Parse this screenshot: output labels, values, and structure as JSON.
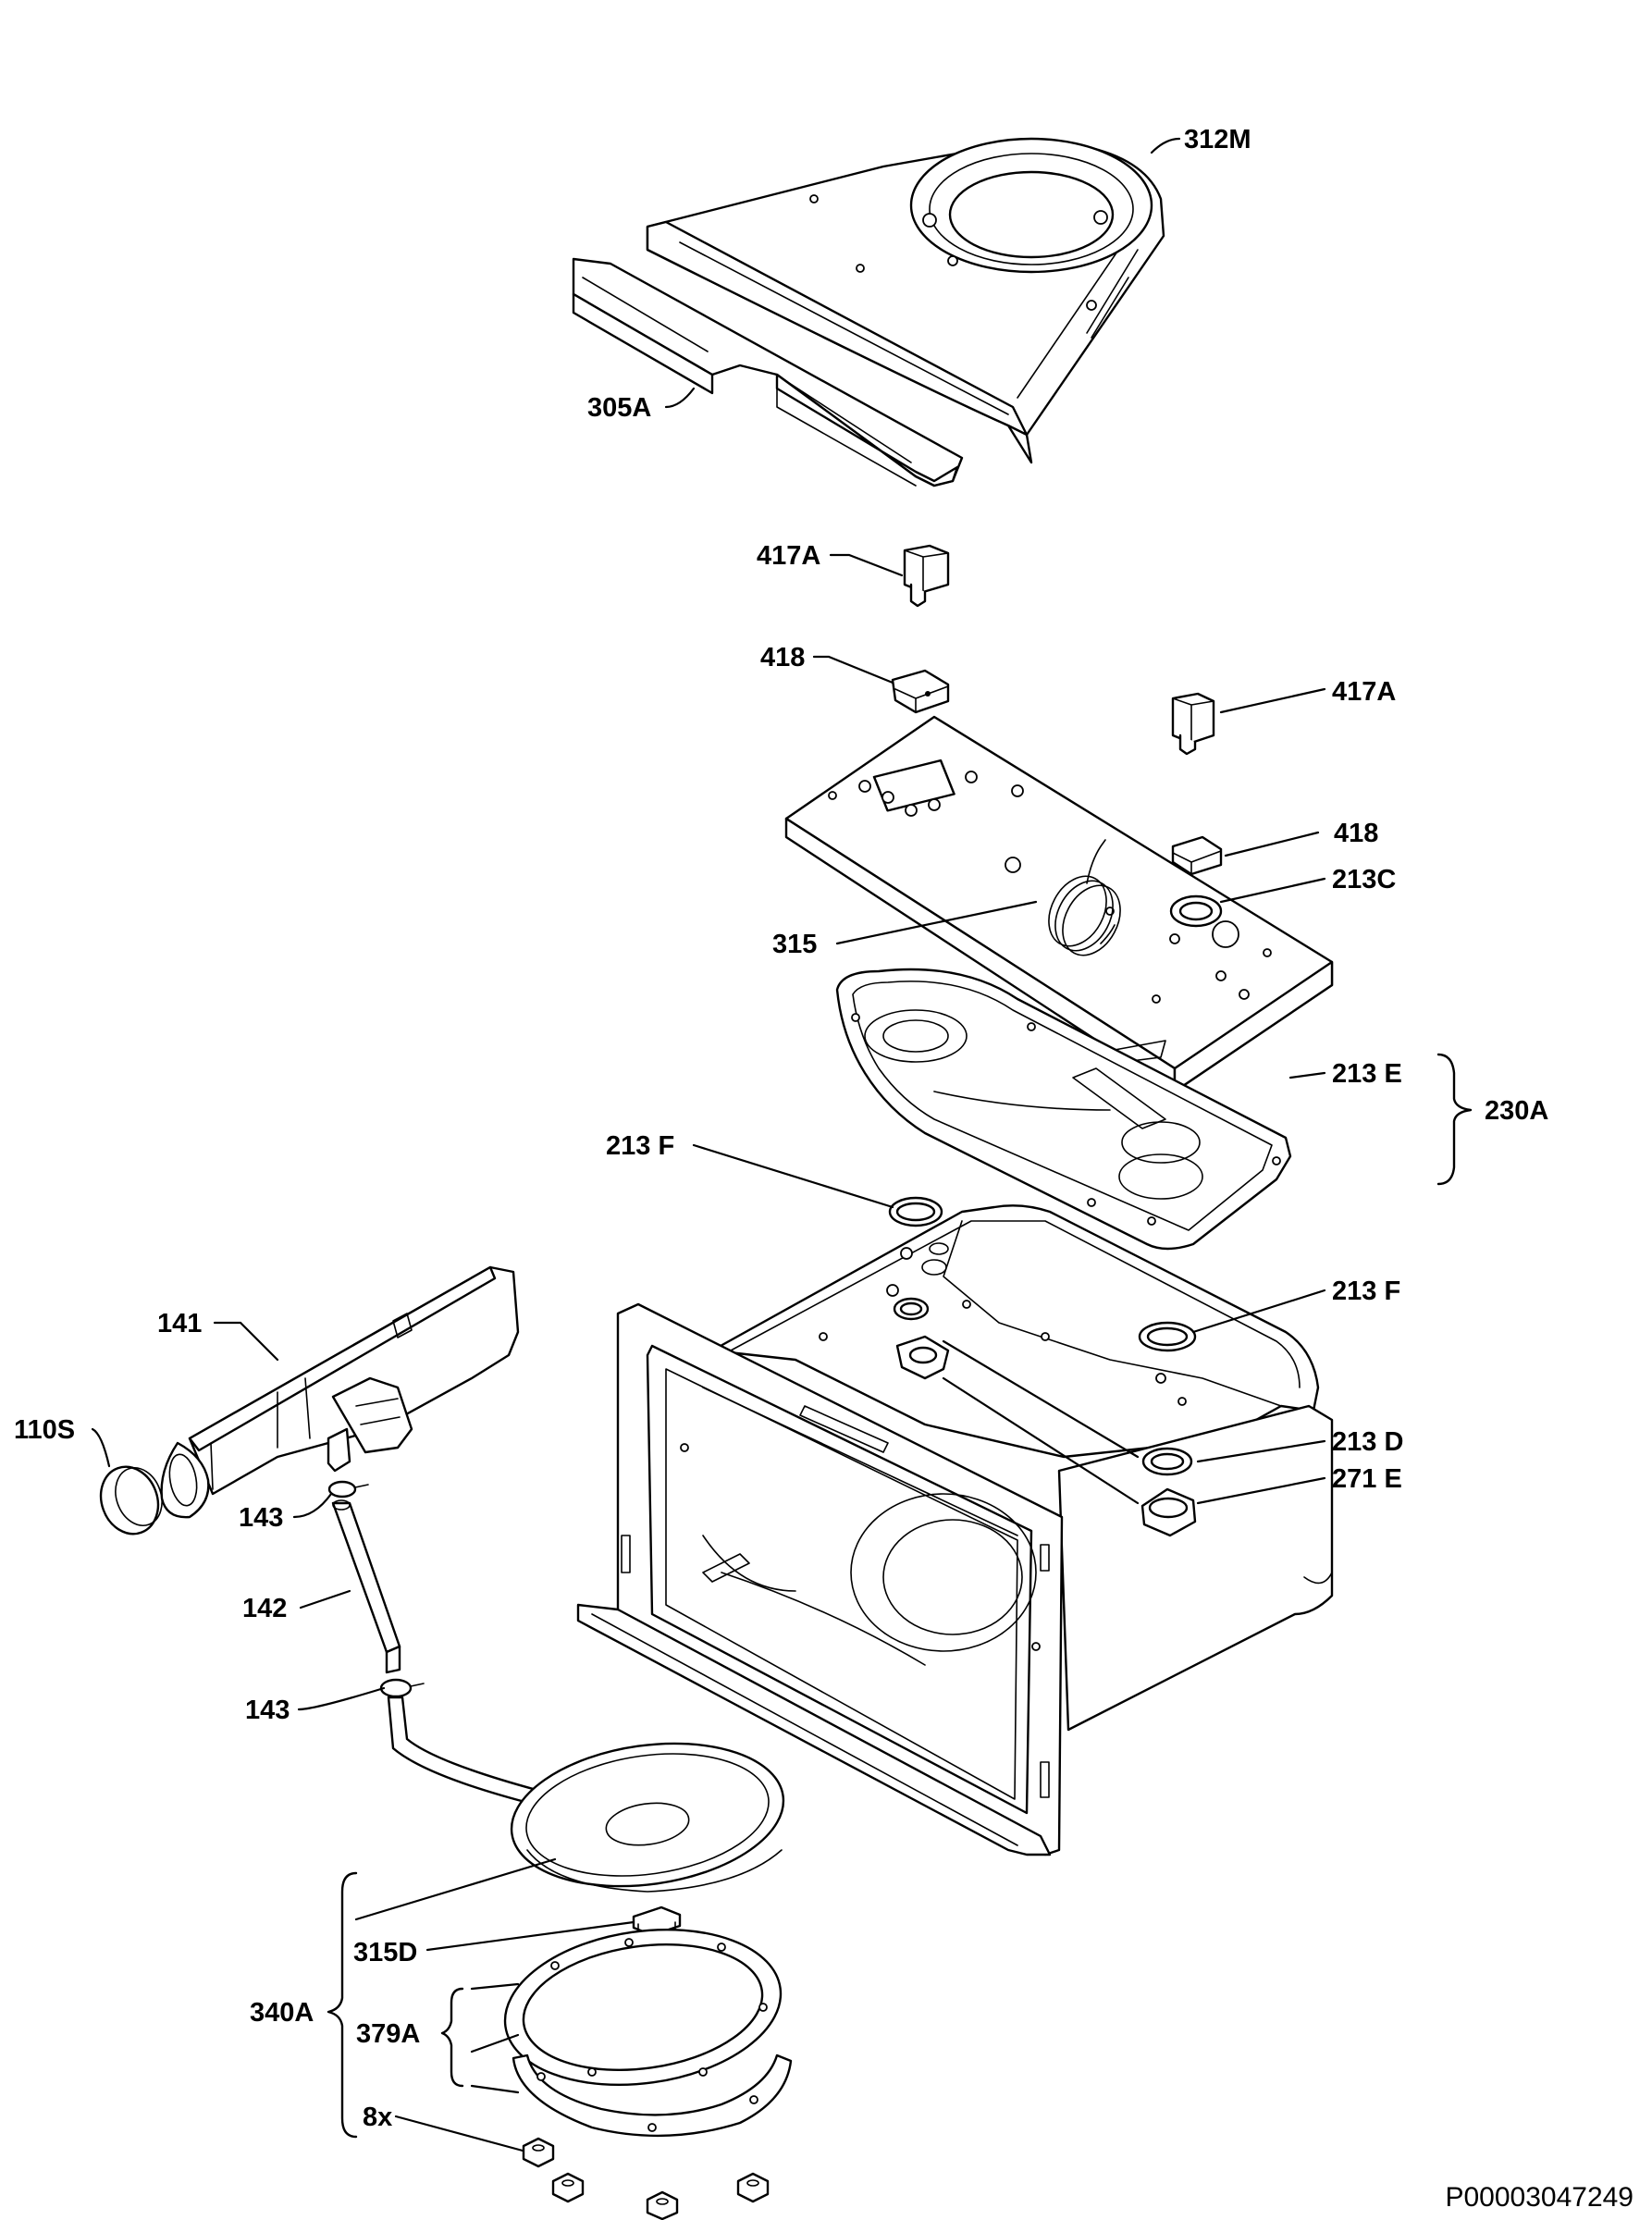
{
  "diagram": {
    "document_code": "P00003047249",
    "labels": {
      "l312m": "312M",
      "l305a": "305A",
      "l417a_top": "417A",
      "l418_top": "418",
      "l417a_right": "417A",
      "l418_right": "418",
      "l213c": "213C",
      "l315": "315",
      "l213e": "213 E",
      "l230a": "230A",
      "l213f_left": "213 F",
      "l213f_right": "213 F",
      "l141": "141",
      "l110s": "110S",
      "l213d": "213 D",
      "l271e": "271 E",
      "l143_top": "143",
      "l142": "142",
      "l143_bottom": "143",
      "l315d": "315D",
      "l340a": "340A",
      "l379a": "379A",
      "l8x": "8x"
    }
  }
}
